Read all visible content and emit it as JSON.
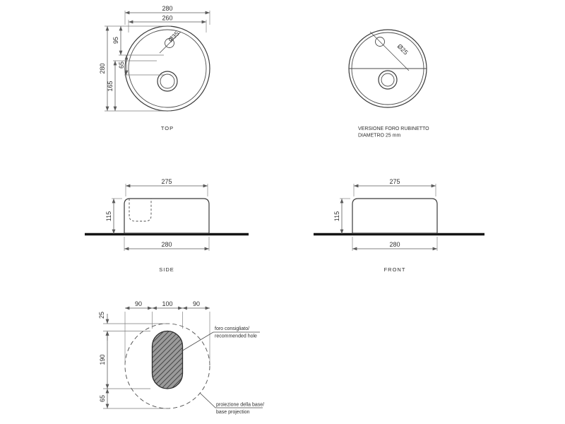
{
  "colors": {
    "background": "#ffffff",
    "outline": "#3a3a3a",
    "dimension_line": "#5a5a5a",
    "extension_line": "#7a7a7a",
    "ground_line": "#141414",
    "hatch_fill": "#9a9a9a",
    "hatch_stroke": "#454545",
    "text": "#2e2e2e"
  },
  "views": {
    "top": {
      "caption": "TOP",
      "dim_width_outer": "280",
      "dim_width_inner": "260",
      "dim_height_outer": "280",
      "dim_height_inner": "165",
      "dim_offset_top": "95",
      "dim_offset_tap": "65",
      "dim_tap_hole": "Ø35"
    },
    "tap_variant": {
      "dim_hole": "Ø25",
      "caption_line1": "VERSIONE FORO RUBINETTO",
      "caption_line2": "DIAMETRO 25 mm"
    },
    "side": {
      "caption": "SIDE",
      "dim_top": "275",
      "dim_height": "115",
      "dim_bottom": "280"
    },
    "front": {
      "caption": "FRONT",
      "dim_top": "275",
      "dim_height": "115",
      "dim_bottom": "280"
    },
    "base": {
      "dim_offset_top": "25",
      "dim_segment_left": "90",
      "dim_segment_center": "100",
      "dim_segment_right": "90",
      "dim_height": "190",
      "dim_offset_bottom": "65",
      "note_hole_line1": "foro consigliato/",
      "note_hole_line2": "recommended hole",
      "note_base_line1": "proiezione della base/",
      "note_base_line2": "base projection"
    }
  }
}
